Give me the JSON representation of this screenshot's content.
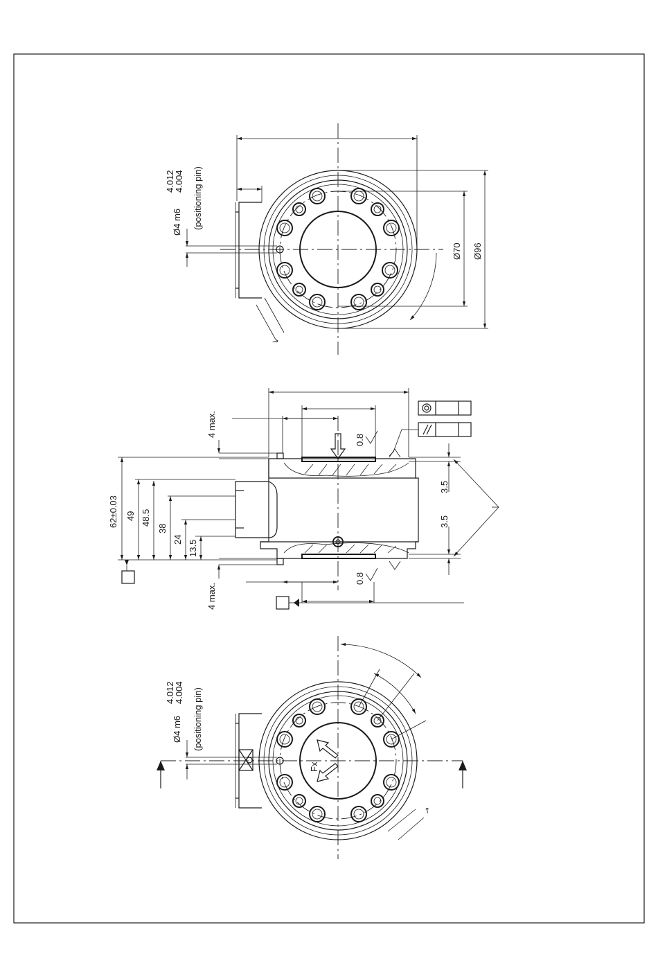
{
  "top_view": {
    "pin_spec": "Ø4 m6",
    "pin_tol_upper": "4.012",
    "pin_tol_lower": "4.004",
    "pin_note": "(positioning pin)",
    "dim_inner": "Ø70",
    "dim_outer": "Ø96"
  },
  "side_view": {
    "dim_total": "62±0.03",
    "dim_49": "49",
    "dim_48_5": "48.5",
    "dim_38": "38",
    "dim_24": "24",
    "dim_13_5": "13.5",
    "pin_max_top": "4 max.",
    "pin_max_bottom": "4 max.",
    "roughness_top": "0.8",
    "roughness_bottom": "0.8",
    "depth_top": "3.5",
    "depth_bottom": "3.5",
    "tol_concentric_symbol": "◎",
    "tol_parallel_symbol": "//"
  },
  "bottom_view": {
    "pin_spec": "Ø4 m6",
    "pin_tol_upper": "4.012",
    "pin_tol_lower": "4.004",
    "pin_note": "(positioning pin)",
    "force_label": "Fx"
  }
}
